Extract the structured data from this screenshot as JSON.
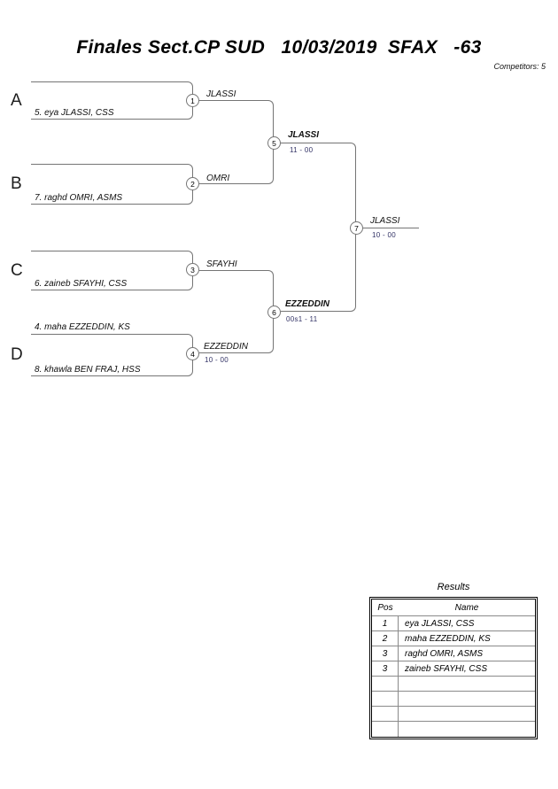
{
  "page": {
    "title": "Finales Sect.CP SUD   10/03/2019  SFAX   -63",
    "competitors_label": "Competitors: 5"
  },
  "bracket": {
    "sections": [
      {
        "letter": "A",
        "competitor": "5. eya JLASSI, CSS"
      },
      {
        "letter": "B",
        "competitor": "7. raghd OMRI, ASMS"
      },
      {
        "letter": "C",
        "competitor": "6. zaineb SFAYHI, CSS"
      },
      {
        "letter": "D",
        "competitor_top": "4. maha EZZEDDIN, KS",
        "competitor": "8. khawla BEN FRAJ, HSS"
      }
    ],
    "matches": [
      {
        "num": "1",
        "winner": "JLASSI",
        "score": ""
      },
      {
        "num": "2",
        "winner": "OMRI",
        "score": ""
      },
      {
        "num": "3",
        "winner": "SFAYHI",
        "score": ""
      },
      {
        "num": "4",
        "winner": "EZZEDDIN",
        "score": "10 - 00"
      },
      {
        "num": "5",
        "winner": "JLASSI",
        "score": "11 - 00"
      },
      {
        "num": "6",
        "winner": "EZZEDDIN",
        "score": "00s1 - 11"
      },
      {
        "num": "7",
        "winner": "JLASSI",
        "score": "10 - 00"
      }
    ]
  },
  "results": {
    "title": "Results",
    "headers": {
      "pos": "Pos",
      "name": "Name"
    },
    "rows": [
      {
        "pos": "1",
        "name": "eya JLASSI, CSS"
      },
      {
        "pos": "2",
        "name": "maha EZZEDDIN, KS"
      },
      {
        "pos": "3",
        "name": "raghd OMRI, ASMS"
      },
      {
        "pos": "3",
        "name": "zaineb SFAYHI, CSS"
      },
      {
        "pos": "",
        "name": ""
      },
      {
        "pos": "",
        "name": ""
      },
      {
        "pos": "",
        "name": ""
      },
      {
        "pos": "",
        "name": ""
      }
    ]
  },
  "colors": {
    "line": "#757575",
    "score_text": "#333366",
    "background": "#ffffff"
  }
}
